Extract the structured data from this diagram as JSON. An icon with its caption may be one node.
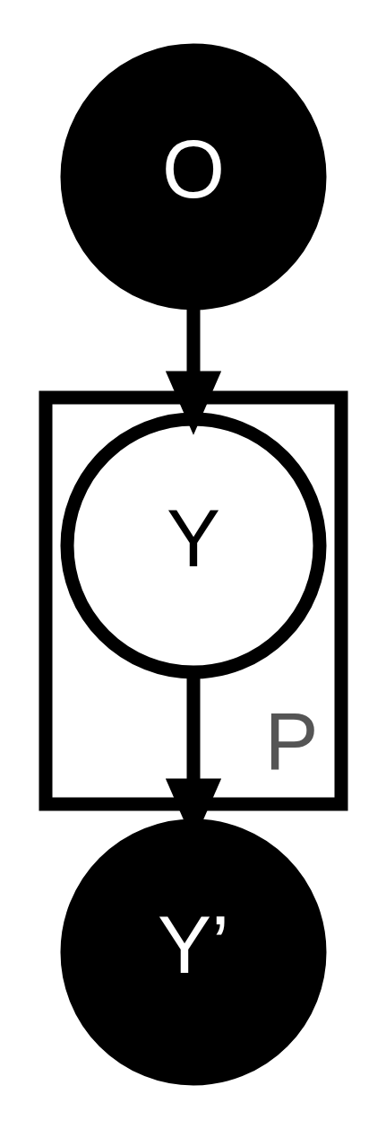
{
  "diagram": {
    "nodes": [
      {
        "text": [
          "O"
        ]
      },
      {
        "text": [
          "P"
        ]
      },
      {
        "text": [
          "Y"
        ],
        "in": 1
      },
      {
        "text": [
          "Y’"
        ]
      }
    ],
    "edges": [
      {
        "from": 0,
        "to": 2,
        "arrow": "to"
      },
      {
        "from": 2,
        "to": 3,
        "arrow": "to"
      }
    ]
  }
}
